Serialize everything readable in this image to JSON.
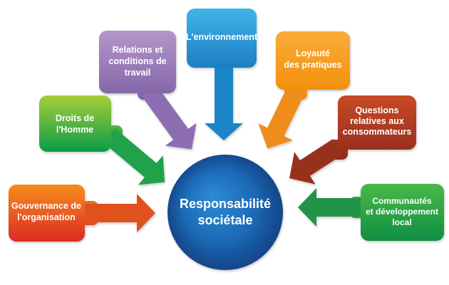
{
  "background": "#ffffff",
  "text_color": "#ffffff",
  "center": {
    "label_lines": [
      "Responsabilité",
      "sociétale"
    ],
    "color_inner": "#2e8bd6",
    "color_mid": "#1c6cb8",
    "color_outer": "#123e80"
  },
  "topics": [
    {
      "id": "gouvernance",
      "lines": [
        "Gouvernance de",
        "l'organisation"
      ],
      "color_top": "#f68d1e",
      "color_bottom": "#dd2a23",
      "arrow_color": "#e0511f"
    },
    {
      "id": "droits",
      "lines": [
        "Droits de",
        "l'Homme"
      ],
      "color_top": "#a6ce39",
      "color_bottom": "#0b9b47",
      "arrow_color": "#22a14b"
    },
    {
      "id": "relations",
      "lines": [
        "Relations et",
        "conditions de",
        "travail"
      ],
      "color_top": "#b496c9",
      "color_bottom": "#8062a6",
      "arrow_color": "#8d6db2"
    },
    {
      "id": "environnement",
      "lines": [
        "L'environnement"
      ],
      "color_top": "#3fb4e8",
      "color_bottom": "#1d7ec2",
      "arrow_color": "#1d84c8"
    },
    {
      "id": "loyaute",
      "lines": [
        "Loyauté",
        "des pratiques"
      ],
      "color_top": "#fbac38",
      "color_bottom": "#f08c05",
      "arrow_color": "#ef8d1b"
    },
    {
      "id": "questions",
      "lines": [
        "Questions",
        "relatives aux",
        "consommateurs"
      ],
      "color_top": "#c74a25",
      "color_bottom": "#8e2a1d",
      "arrow_color": "#96301f"
    },
    {
      "id": "communautes",
      "lines": [
        "Communautés",
        "et développement",
        "local"
      ],
      "color_top": "#4cb748",
      "color_bottom": "#0f8f43",
      "arrow_color": "#219447"
    }
  ]
}
